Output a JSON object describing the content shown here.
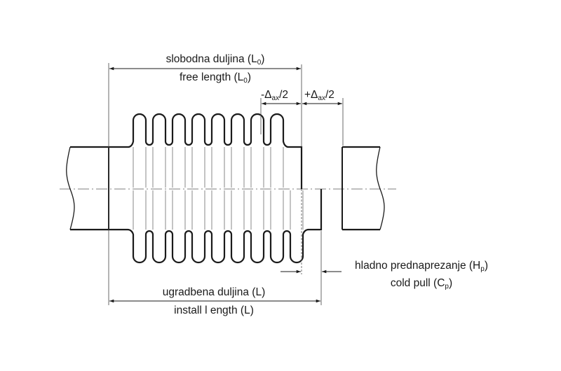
{
  "labels": {
    "free_length_hr": "slobodna duljina (L",
    "free_length_en": "free length (L",
    "sub_zero": "0",
    "close_paren": ")",
    "minus_delta": "-Δ",
    "plus_delta": "+Δ",
    "sub_ax": "ax",
    "over_two": "/2",
    "cold_pull_hr": "hladno prednaprezanje (H",
    "sub_p": "p",
    "cold_pull_en": "cold pull (C",
    "install_length_hr": "ugradbena duljina (L)",
    "install_length_en": "install l ength (L)"
  },
  "colors": {
    "line": "#1a1a1a",
    "thin": "#444444"
  }
}
